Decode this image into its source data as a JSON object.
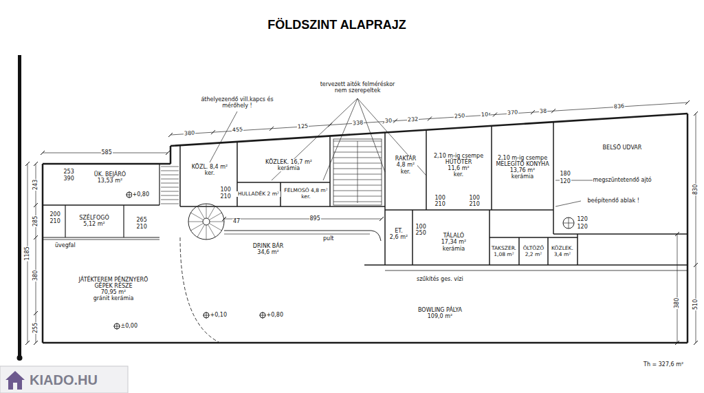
{
  "diagram": {
    "title": "FÖLDSZINT ALAPRAJZ",
    "nodes": [
      {
        "text": [
          "ÜK. BEJÁRÓ",
          "13,53 m²"
        ]
      },
      {
        "text": [
          "KÖZL. 8,4 m²",
          "ker."
        ]
      },
      {
        "text": [
          "KÖZLEK. 16,7 m²",
          "kerámia"
        ]
      },
      {
        "text": [
          "HULLADÉK 2 m²"
        ]
      },
      {
        "text": [
          "FELMOSÓ 4,8 m²",
          "ker."
        ]
      },
      {
        "text": [
          "RAKTÁR",
          "4,8 m²",
          "ker."
        ]
      },
      {
        "text": [
          "2,10 m-ig csempe",
          "HŰTŐTÉR",
          "11,6 m²",
          "ker."
        ]
      },
      {
        "text": [
          "2,10 m-ig csempe",
          "MELEGÍTŐ KONYHA",
          "13,76 m²",
          "kerámia"
        ]
      },
      {
        "text": [
          "BELSŐ UDVAR"
        ]
      },
      {
        "text": [
          "SZÉLFOGÓ",
          "5,12 m²"
        ]
      },
      {
        "text": [
          "DRINK BÁR",
          "34,6 m²"
        ]
      },
      {
        "text": [
          "JÁTÉKTEREM PÉNZNYERŐ GÉPEK RÉSZE",
          "70,95 m²",
          "gránit kerámia"
        ]
      },
      {
        "text": [
          "ET.",
          "2,6 m²"
        ]
      },
      {
        "text": [
          "TÁLALÓ",
          "17,34 m²",
          "kerámia"
        ]
      },
      {
        "text": [
          "TAKSZER.",
          "1,08 m²"
        ]
      },
      {
        "text": [
          "ÖLTÖZŐ",
          "2,2 m²"
        ]
      },
      {
        "text": [
          "KÖZLEK.",
          "3,4 m²"
        ]
      },
      {
        "text": [
          "BOWLING PÁLYA",
          "109,0 m²"
        ]
      }
    ],
    "labels": [
      "585",
      "380",
      "455",
      "125",
      "338",
      "30",
      "232",
      "250",
      "10",
      "370",
      "38",
      "836",
      "830",
      "510",
      "1185",
      "243",
      "285",
      "380",
      "255",
      "tervezett aitók felméréskor nem szerepeltek",
      "áthelyezendő vill.kapcs és mérőhely !",
      "megszüntetendő ajtó",
      "beépítendő ablak !",
      "üvegfal",
      "pult",
      "szűkítés ges. vízi",
      "Th = 327,6 m²",
      "+0,80",
      "+0,10",
      "+0,80",
      "±0,00",
      "180",
      "120",
      "120",
      "120",
      "100",
      "210",
      "100",
      "210",
      "100",
      "210",
      "100",
      "250",
      "200",
      "210",
      "265",
      "210",
      "253",
      "390",
      "47",
      "895",
      "380",
      "KIADO.HU"
    ]
  }
}
